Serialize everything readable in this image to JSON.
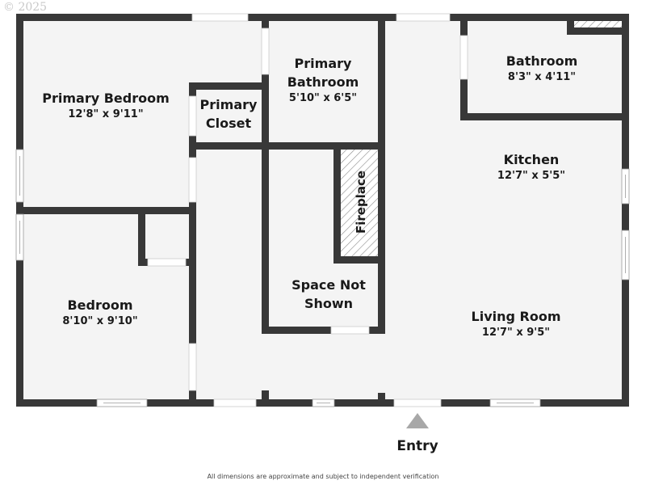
{
  "copyright": "© 2025",
  "colors": {
    "wall": "#383838",
    "floor": "#f4f4f4",
    "opening": "#ffffff",
    "entry_arrow": "#a8a8a8",
    "text": "#1a1a1a"
  },
  "rooms": {
    "primary_bedroom": {
      "name": "Primary Bedroom",
      "dims": "12'8\" x 9'11\""
    },
    "primary_closet": {
      "name": "Primary\nCloset",
      "dims": ""
    },
    "primary_bathroom": {
      "name": "Primary\nBathroom",
      "dims": "5'10\" x 6'5\""
    },
    "bathroom": {
      "name": "Bathroom",
      "dims": "8'3\" x 4'11\""
    },
    "kitchen": {
      "name": "Kitchen",
      "dims": "12'7\" x 5'5\""
    },
    "bedroom": {
      "name": "Bedroom",
      "dims": "8'10\" x 9'10\""
    },
    "space_not_shown": {
      "name": "Space Not\nShown",
      "dims": ""
    },
    "living_room": {
      "name": "Living Room",
      "dims": "12'7\" x 9'5\""
    }
  },
  "fireplace": {
    "label": "Fireplace"
  },
  "entry": {
    "label": "Entry",
    "icon": "triangle-up-arrow"
  },
  "footer": {
    "disclaimer": "All dimensions are approximate and subject to independent verification"
  }
}
